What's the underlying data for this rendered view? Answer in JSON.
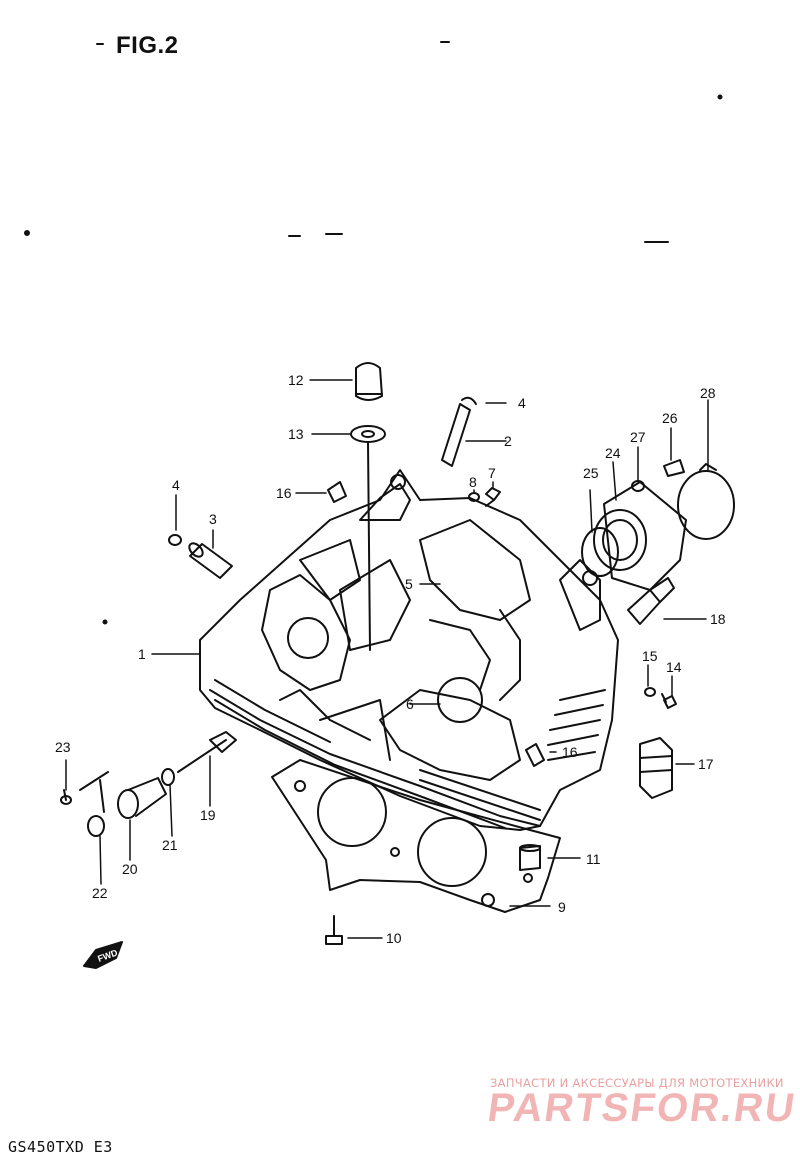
{
  "figure": {
    "title": "FIG.2",
    "model_code": "GS450TXD E3",
    "fwd_label": "FWD"
  },
  "watermark": {
    "tagline": "ЗАПЧАСТИ И АКСЕССУАРЫ ДЛЯ МОТОТЕХНИКИ",
    "brand": "PARTSFOR.RU"
  },
  "callouts": [
    {
      "id": "c1",
      "label": "1"
    },
    {
      "id": "c2",
      "label": "2"
    },
    {
      "id": "c3",
      "label": "3"
    },
    {
      "id": "c4a",
      "label": "4"
    },
    {
      "id": "c4b",
      "label": "4"
    },
    {
      "id": "c5",
      "label": "5"
    },
    {
      "id": "c6",
      "label": "6"
    },
    {
      "id": "c7",
      "label": "7"
    },
    {
      "id": "c8",
      "label": "8"
    },
    {
      "id": "c9",
      "label": "9"
    },
    {
      "id": "c10",
      "label": "10"
    },
    {
      "id": "c11",
      "label": "11"
    },
    {
      "id": "c12",
      "label": "12"
    },
    {
      "id": "c13",
      "label": "13"
    },
    {
      "id": "c14",
      "label": "14"
    },
    {
      "id": "c15",
      "label": "15"
    },
    {
      "id": "c16a",
      "label": "16"
    },
    {
      "id": "c16b",
      "label": "16"
    },
    {
      "id": "c17",
      "label": "17"
    },
    {
      "id": "c18",
      "label": "18"
    },
    {
      "id": "c19",
      "label": "19"
    },
    {
      "id": "c20",
      "label": "20"
    },
    {
      "id": "c21",
      "label": "21"
    },
    {
      "id": "c22",
      "label": "22"
    },
    {
      "id": "c23",
      "label": "23"
    },
    {
      "id": "c24",
      "label": "24"
    },
    {
      "id": "c25",
      "label": "25"
    },
    {
      "id": "c26",
      "label": "26"
    },
    {
      "id": "c27",
      "label": "27"
    },
    {
      "id": "c28",
      "label": "28"
    }
  ]
}
